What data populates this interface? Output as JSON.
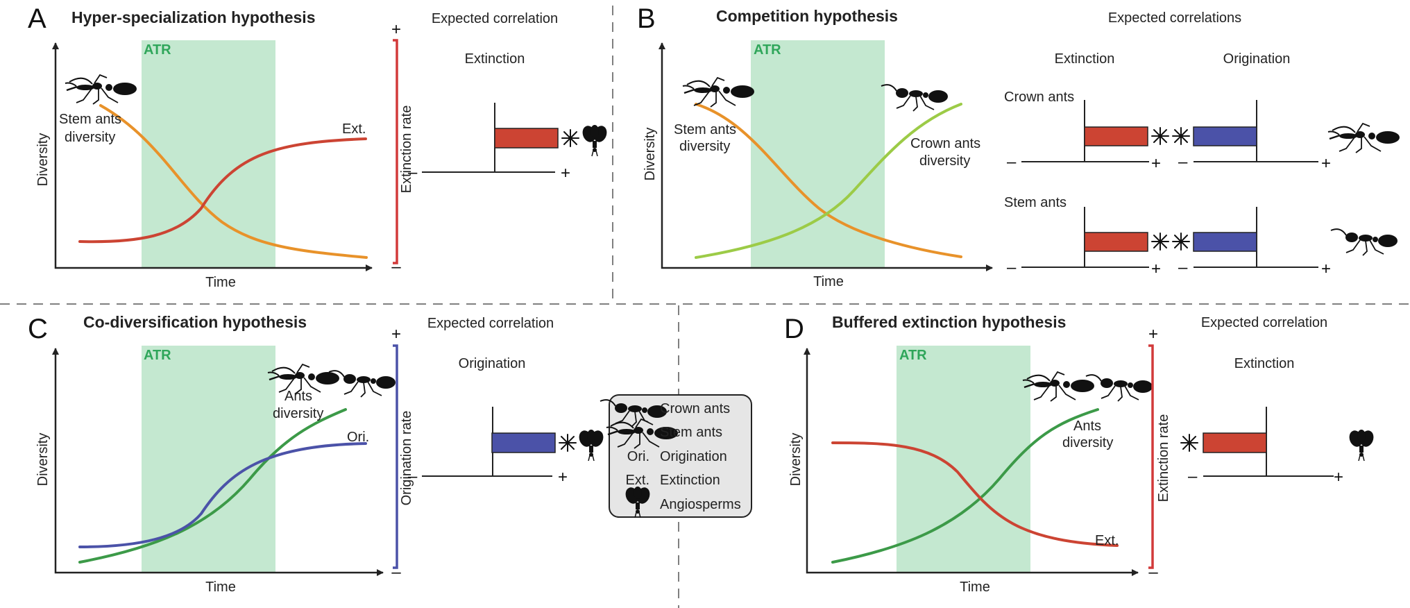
{
  "colors": {
    "stem": "#E8922A",
    "crown": "#9CCB47",
    "ants": "#3C9A48",
    "extinction": "#CC4433",
    "origination": "#4B52A8",
    "atr_fill": "#C4E8D0",
    "atr_text": "#2FA65A",
    "rate_bar_red": "#D23A3A",
    "rate_bar_blue": "#4B52A8",
    "legend_bg": "#E6E6E6"
  },
  "panels": {
    "A": {
      "letter": "A",
      "title": "Hyper-specialization hypothesis",
      "atr": "ATR",
      "ylabel": "Diversity",
      "xlabel": "Time",
      "stem_label": [
        "Stem ants",
        "diversity"
      ],
      "ext_label": "Ext.",
      "rate_label": "Extinction rate",
      "rate_plus": "+",
      "rate_minus": "–",
      "expected": "Expected correlation",
      "col": "Extinction",
      "bar_plus": "+",
      "bar_minus": "–"
    },
    "B": {
      "letter": "B",
      "title": "Competition hypothesis",
      "atr": "ATR",
      "ylabel": "Diversity",
      "xlabel": "Time",
      "stem_label": [
        "Stem ants",
        "diversity"
      ],
      "crown_label": [
        "Crown ants",
        "diversity"
      ],
      "expected": "Expected correlations",
      "col_ext": "Extinction",
      "col_ori": "Origination",
      "row1": "Crown ants",
      "row2": "Stem ants",
      "plus": "+",
      "minus": "–"
    },
    "C": {
      "letter": "C",
      "title": "Co-diversification hypothesis",
      "atr": "ATR",
      "ylabel": "Diversity",
      "xlabel": "Time",
      "ants_label": [
        "Ants",
        "diversity"
      ],
      "ori_label": "Ori.",
      "rate_label": "Origination rate",
      "rate_plus": "+",
      "rate_minus": "–",
      "expected": "Expected correlation",
      "col": "Origination",
      "bar_plus": "+",
      "bar_minus": "–"
    },
    "D": {
      "letter": "D",
      "title": "Buffered extinction hypothesis",
      "atr": "ATR",
      "ylabel": "Diversity",
      "xlabel": "Time",
      "ants_label": [
        "Ants",
        "diversity"
      ],
      "ext_label": "Ext.",
      "rate_label": "Extinction rate",
      "rate_plus": "+",
      "rate_minus": "–",
      "expected": "Expected correlation",
      "col": "Extinction",
      "bar_plus": "+",
      "bar_minus": "–"
    }
  },
  "legend": {
    "items": [
      {
        "symbol": "crown-ant-icon",
        "label": "Crown ants"
      },
      {
        "symbol": "stem-ant-icon",
        "label": "Stem ants"
      },
      {
        "symbol": "Ori.",
        "label": "Origination"
      },
      {
        "symbol": "Ext.",
        "label": "Extinction"
      },
      {
        "symbol": "angiosperm-icon",
        "label": "Angiosperms"
      }
    ]
  }
}
